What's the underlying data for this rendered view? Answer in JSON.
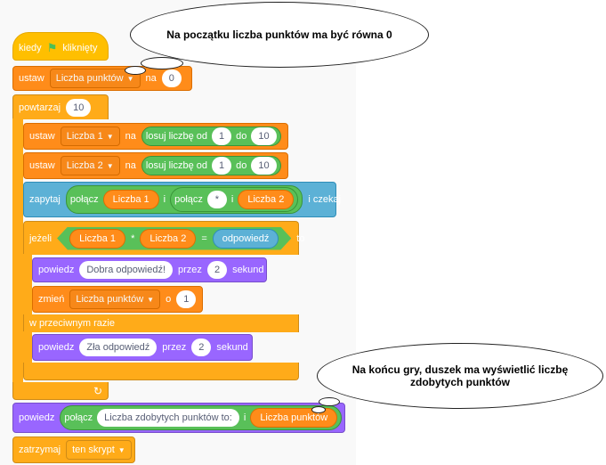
{
  "blocks": {
    "hat": {
      "when": "kiedy",
      "clicked": "kliknięty",
      "flag_icon": "green-flag-icon"
    },
    "set_points": {
      "set": "ustaw",
      "var": "Liczba punktów",
      "to": "na",
      "value": "0"
    },
    "repeat": {
      "label": "powtarzaj",
      "count": "10"
    },
    "set_n1": {
      "set": "ustaw",
      "var": "Liczba 1",
      "to": "na",
      "random": "losuj liczbę od",
      "from": "1",
      "range_to": "do",
      "to_value": "10"
    },
    "set_n2": {
      "set": "ustaw",
      "var": "Liczba 2",
      "to": "na",
      "random": "losuj liczbę od",
      "from": "1",
      "range_to": "do",
      "to_value": "10"
    },
    "ask": {
      "label": "zapytaj",
      "join": "połącz",
      "var1": "Liczba 1",
      "and": "i",
      "join2": "połącz",
      "star": "*",
      "and2": "i",
      "var2": "Liczba 2",
      "wait": "i czekaj"
    },
    "if": {
      "if": "jeżeli",
      "var1": "Liczba 1",
      "times": "*",
      "var2": "Liczba 2",
      "eq": "=",
      "answer": "odpowiedź",
      "then": "to"
    },
    "say_ok": {
      "say": "powiedz",
      "msg": "Dobra odpowiedź!",
      "for": "przez",
      "secs": "2",
      "unit": "sekund"
    },
    "change": {
      "change": "zmień",
      "var": "Liczba punktów",
      "by": "o",
      "value": "1"
    },
    "else": "w przeciwnym razie",
    "say_bad": {
      "say": "powiedz",
      "msg": "Zła odpowiedź",
      "for": "przez",
      "secs": "2",
      "unit": "sekund"
    },
    "say_final": {
      "say": "powiedz",
      "join": "połącz",
      "msg": "Liczba zdobytych punktów to:",
      "and": "i",
      "var": "Liczba punktów"
    },
    "stop": {
      "label": "zatrzymaj",
      "option": "ten skrypt"
    }
  },
  "comments": {
    "top": "Na początku liczba punktów ma być równa 0",
    "bottom": "Na końcu gry, duszek ma wyświetlić liczbę zdobytych punktów"
  },
  "colors": {
    "events": "#ffbf00",
    "variables": "#ff8c1a",
    "control": "#ffab19",
    "sensing": "#5cb1d6",
    "looks": "#9966ff",
    "operators": "#59c059"
  }
}
